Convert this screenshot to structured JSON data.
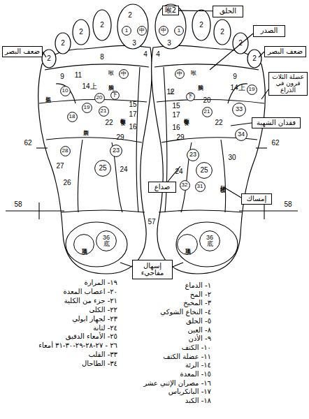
{
  "diagram": {
    "nodes": [
      {
        "text": [
          "الحلق"
        ]
      },
      {
        "text": [
          "喉2"
        ]
      },
      {
        "text": [
          "1"
        ]
      },
      {
        "text": [
          "中"
        ]
      },
      {
        "text": [
          "中"
        ]
      },
      {
        "text": [
          "1"
        ]
      },
      {
        "text": [
          "الصدر"
        ]
      },
      {
        "text": [
          "ضعف البصر"
        ]
      },
      {
        "text": [
          "ضعف البصر"
        ]
      },
      {
        "text": [
          "中"
        ]
      },
      {
        "text": [
          "中"
        ]
      },
      {
        "text": [
          "عضلة الثلاث قرون في الذراع"
        ]
      },
      {
        "text": [
          "10"
        ]
      },
      {
        "text": [
          "19"
        ]
      },
      {
        "text": [
          "下"
        ]
      },
      {
        "text": [
          "下"
        ]
      },
      {
        "text": [
          "20"
        ]
      },
      {
        "text": [
          "19"
        ]
      },
      {
        "text": [
          "21"
        ]
      },
      {
        "text": [
          "33"
        ]
      },
      {
        "text": [
          "21"
        ]
      },
      {
        "text": [
          "18"
        ]
      },
      {
        "text": [
          "فقدان الشهية"
        ]
      },
      {
        "text": [
          "34"
        ]
      },
      {
        "text": [
          "23"
        ]
      },
      {
        "text": [
          "28"
        ]
      },
      {
        "text": [
          "23"
        ]
      },
      {
        "text": [
          "25"
        ]
      },
      {
        "text": [
          "25"
        ]
      },
      {
        "text": [
          "صداع"
        ]
      },
      {
        "text": [
          "32"
        ]
      },
      {
        "text": [
          "31"
        ]
      },
      {
        "text": [
          "إمساك"
        ]
      },
      {
        "text": [
          "头顶痛"
        ]
      },
      {
        "text": [
          "36",
          "底"
        ]
      },
      {
        "text": [
          "头顶痛"
        ]
      },
      {
        "text": [
          "36",
          "底"
        ]
      },
      {
        "text": [
          "إسهال مفاجيء"
        ]
      }
    ],
    "edges": [
      {
        "from": 0,
        "to": 1,
        "arrow": "none"
      }
    ],
    "labels": [
      "2",
      "2",
      "2",
      "2",
      "2",
      "3",
      "4",
      "8",
      "喉",
      "9",
      "11",
      "胸腺",
      "14上",
      "三角肌",
      "15",
      "食欲中枢",
      "17",
      "22",
      "胆囊",
      "16",
      "29",
      "62",
      "27",
      "24",
      "26",
      "58",
      "57",
      "2",
      "2",
      "2",
      "2",
      "3",
      "4",
      "喉",
      "9",
      "胸腺",
      "上",
      "14上",
      "12",
      "20",
      "15",
      "食欲中枢",
      "17",
      "22",
      "16",
      "29",
      "62",
      "30",
      "24",
      "乙状结肠",
      "58",
      "١- الدماغ",
      "٢- المخ",
      "٣- المخيخ",
      "٤- النخاع الشوكي",
      "٥- الحلق",
      "٨- العين",
      "٩- الأذن",
      "١٠- الكتف",
      "١١- عضلة الكتف",
      "١٤- الرئة",
      "١٥- المعدة",
      "١٦- مصران الإثني عشر",
      "١٧- البانكرياس",
      "١٨- الكبد",
      "١٩- المرارة",
      "٢٠- اعصاب المعدة",
      "٢١- جزء من الكلية",
      "٢٢- الكلى",
      "٢٣- لجهاز ابولي",
      "٢٤- لثانة",
      "٢٥- الأمعاء الدقيق",
      "٢٦ - ٢٧-٢٨-٢٩-٣٠-٣١ أمعاء",
      "٣٣- القلب",
      "٣٤- الطاحال"
    ]
  }
}
